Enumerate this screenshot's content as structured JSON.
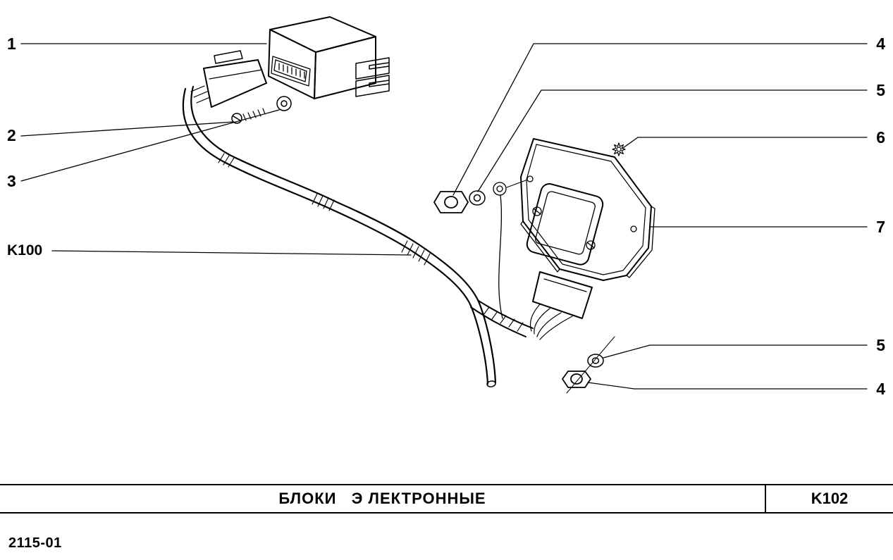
{
  "page": {
    "background": "#ffffff",
    "line_color": "#000000"
  },
  "callouts": {
    "left": [
      {
        "id": "1",
        "label": "1"
      },
      {
        "id": "2",
        "label": "2"
      },
      {
        "id": "3",
        "label": "3"
      },
      {
        "id": "k100",
        "label": "K100"
      }
    ],
    "right": [
      {
        "id": "4-top",
        "label": "4"
      },
      {
        "id": "5-top",
        "label": "5"
      },
      {
        "id": "6",
        "label": "6"
      },
      {
        "id": "7",
        "label": "7"
      },
      {
        "id": "5-bottom",
        "label": "5"
      },
      {
        "id": "4-bottom",
        "label": "4"
      }
    ]
  },
  "title_block": {
    "title": "БЛОКИ   Э ЛЕКТРОННЫЕ",
    "code": "K102"
  },
  "footer": {
    "doc_number": "2115-01"
  }
}
